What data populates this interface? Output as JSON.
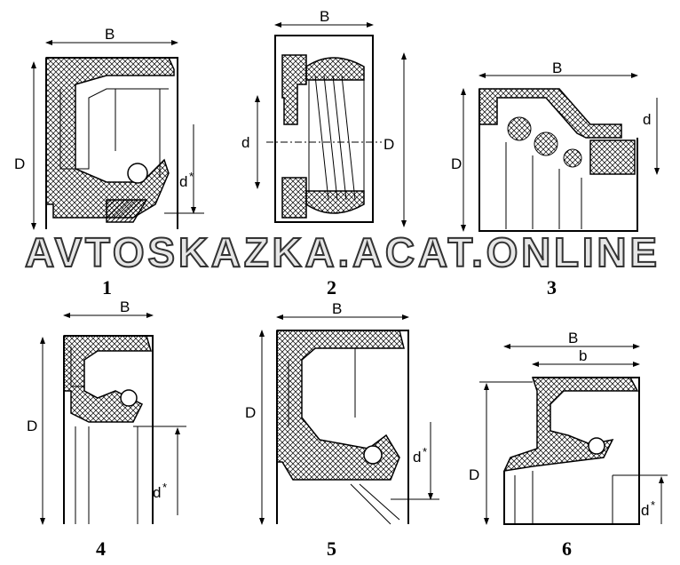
{
  "figures": [
    {
      "number": "1",
      "labels": {
        "width": "B",
        "outer": "D",
        "inner": "d",
        "inner_sup": "*"
      }
    },
    {
      "number": "2",
      "labels": {
        "width": "B",
        "outer": "D",
        "inner": "d"
      }
    },
    {
      "number": "3",
      "labels": {
        "width": "B",
        "outer": "D",
        "inner": "d"
      }
    },
    {
      "number": "4",
      "labels": {
        "width": "B",
        "outer": "D",
        "inner": "d",
        "inner_sup": "*"
      }
    },
    {
      "number": "5",
      "labels": {
        "width": "B",
        "outer": "D",
        "inner": "d",
        "inner_sup": "*"
      }
    },
    {
      "number": "6",
      "labels": {
        "width": "B",
        "width2": "b",
        "outer": "D",
        "inner": "d",
        "inner_sup": "*"
      }
    }
  ],
  "watermark": "AVTOSKAZKA.ACAT.ONLINE"
}
